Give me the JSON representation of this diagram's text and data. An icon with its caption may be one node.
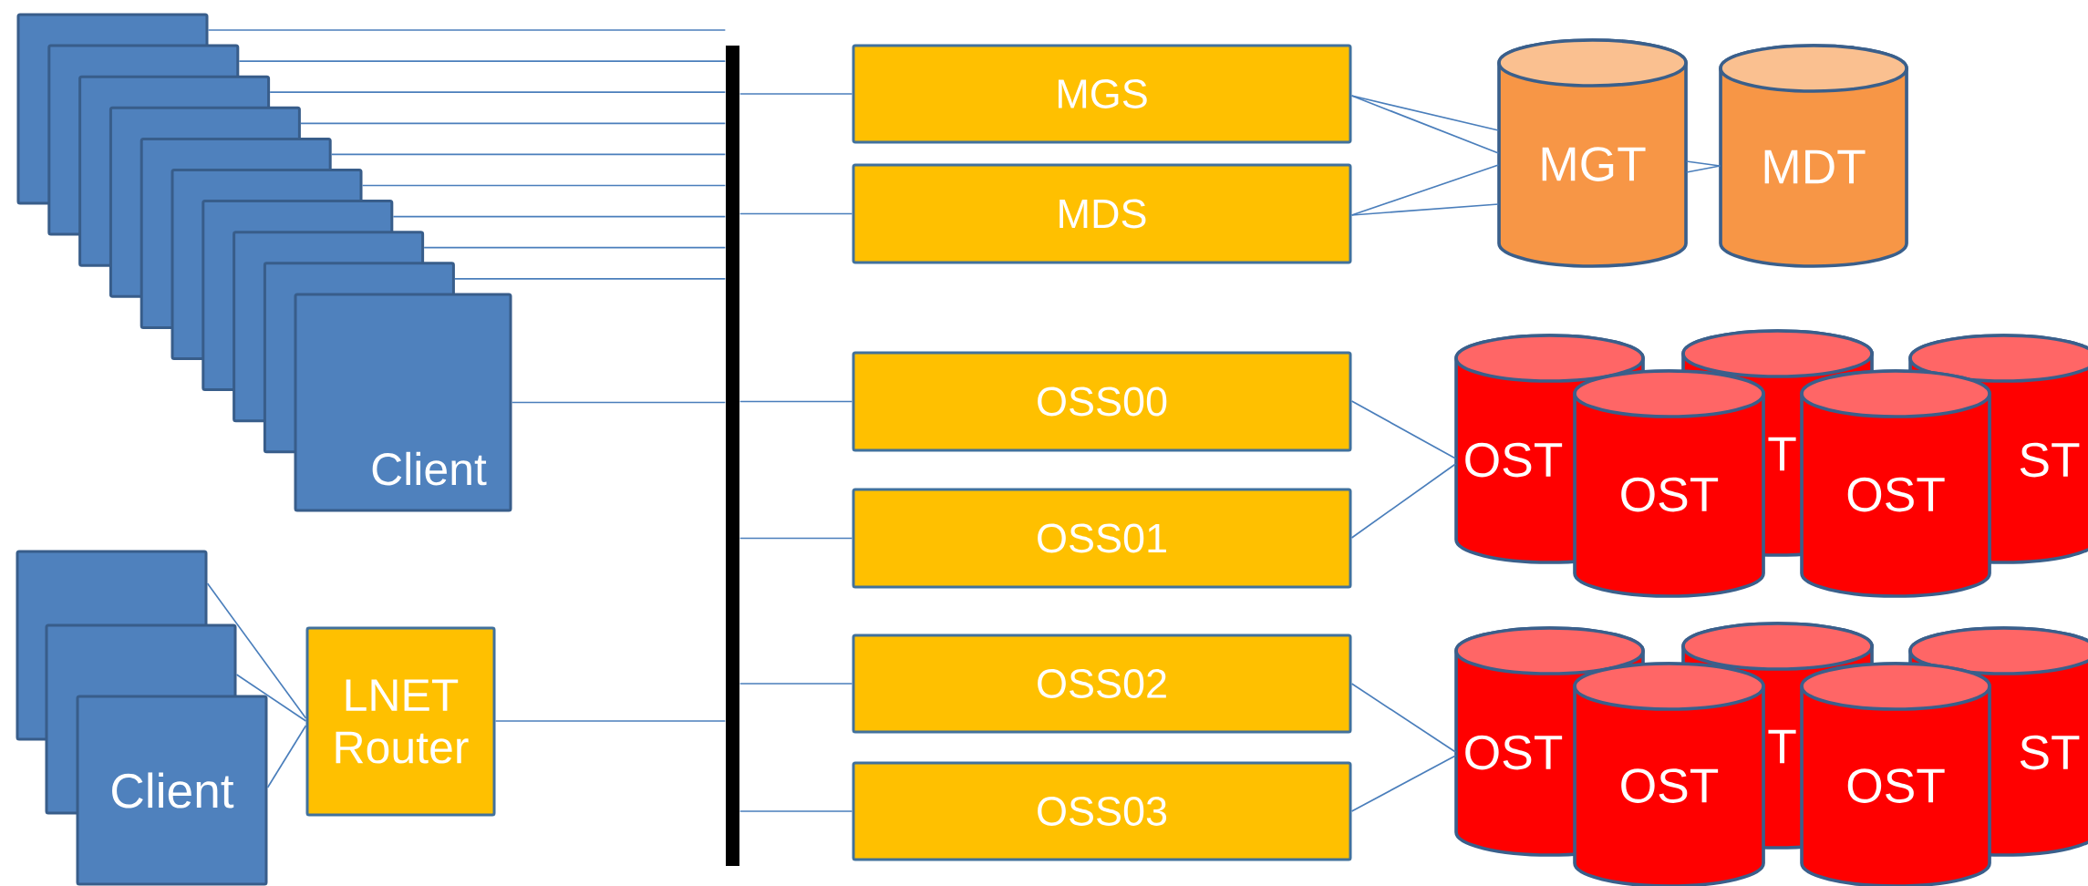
{
  "diagram": {
    "nodes": [
      {
        "text": [],
        "shape": "box"
      },
      {
        "text": [],
        "shape": "box"
      },
      {
        "text": [],
        "shape": "box"
      },
      {
        "text": [],
        "shape": "box"
      },
      {
        "text": [],
        "shape": "box"
      },
      {
        "text": [],
        "shape": "box"
      },
      {
        "text": [],
        "shape": "box"
      },
      {
        "text": [],
        "shape": "box"
      },
      {
        "text": [],
        "shape": "box"
      },
      {
        "text": [
          "Client"
        ]
      },
      {
        "text": [],
        "shape": "box"
      },
      {
        "text": [],
        "shape": "box"
      },
      {
        "text": [
          "Client"
        ]
      },
      {
        "text": [
          "LNET Router"
        ]
      },
      {
        "text": [],
        "shape": "bar"
      },
      {
        "text": [
          "MGS"
        ]
      },
      {
        "text": [
          "MDS"
        ]
      },
      {
        "text": [
          "OSS00"
        ]
      },
      {
        "text": [
          "OSS01"
        ]
      },
      {
        "text": [
          "OSS02"
        ]
      },
      {
        "text": [
          "OSS03"
        ]
      },
      {
        "text": [
          "MGT"
        ]
      },
      {
        "text": [
          "MDT"
        ]
      },
      {
        "text": [
          "OST"
        ]
      },
      {
        "text": [
          "OST"
        ]
      },
      {
        "text": [
          "T"
        ]
      },
      {
        "text": [
          "OST"
        ]
      },
      {
        "text": [
          "ST"
        ]
      },
      {
        "text": [
          "OST"
        ]
      },
      {
        "text": [
          "OST"
        ]
      },
      {
        "text": [
          "T"
        ]
      },
      {
        "text": [
          "OST"
        ]
      },
      {
        "text": [
          "ST"
        ]
      }
    ],
    "edges": [
      {
        "from": 0,
        "to": 14,
        "arrow": "none"
      },
      {
        "from": 1,
        "to": 14,
        "arrow": "none"
      },
      {
        "from": 2,
        "to": 14,
        "arrow": "none"
      },
      {
        "from": 3,
        "to": 14,
        "arrow": "none"
      },
      {
        "from": 4,
        "to": 14,
        "arrow": "none"
      },
      {
        "from": 5,
        "to": 14,
        "arrow": "none"
      },
      {
        "from": 6,
        "to": 14,
        "arrow": "none"
      },
      {
        "from": 7,
        "to": 14,
        "arrow": "none"
      },
      {
        "from": 8,
        "to": 14,
        "arrow": "none"
      },
      {
        "from": 9,
        "to": 14,
        "arrow": "none"
      },
      {
        "from": 10,
        "to": 13,
        "arrow": "none"
      },
      {
        "from": 11,
        "to": 13,
        "arrow": "none"
      },
      {
        "from": 12,
        "to": 13,
        "arrow": "none"
      },
      {
        "from": 13,
        "to": 14,
        "arrow": "none"
      },
      {
        "from": 14,
        "to": 15,
        "arrow": "none"
      },
      {
        "from": 14,
        "to": 16,
        "arrow": "none"
      },
      {
        "from": 14,
        "to": 17,
        "arrow": "none"
      },
      {
        "from": 14,
        "to": 18,
        "arrow": "none"
      },
      {
        "from": 14,
        "to": 19,
        "arrow": "none"
      },
      {
        "from": 14,
        "to": 20,
        "arrow": "none"
      },
      {
        "from": 15,
        "to": 21,
        "arrow": "none"
      },
      {
        "from": 15,
        "to": 21,
        "arrow": "none"
      },
      {
        "from": 16,
        "to": 21,
        "arrow": "none"
      },
      {
        "from": 16,
        "to": 21,
        "arrow": "none"
      },
      {
        "from": 21,
        "to": 22,
        "arrow": "none"
      },
      {
        "from": 21,
        "to": 22,
        "arrow": "none"
      },
      {
        "from": 17,
        "to": 23,
        "arrow": "none"
      },
      {
        "from": 18,
        "to": 23,
        "arrow": "none"
      },
      {
        "from": 19,
        "to": 28,
        "arrow": "none"
      },
      {
        "from": 20,
        "to": 28,
        "arrow": "none"
      }
    ]
  }
}
